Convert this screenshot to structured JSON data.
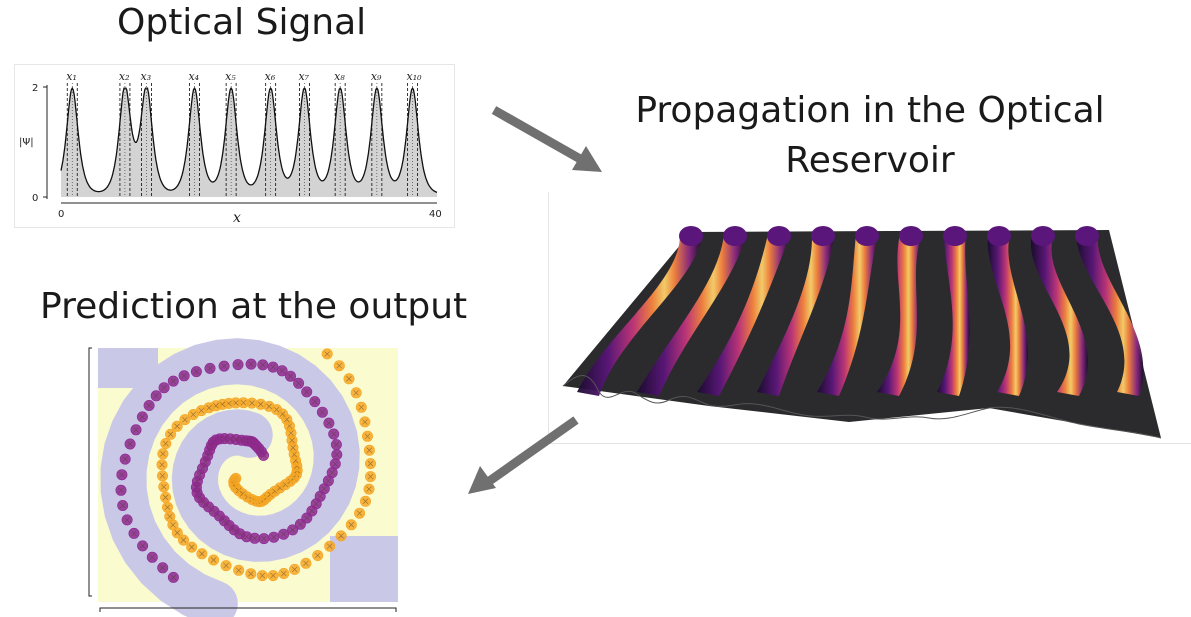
{
  "titles": {
    "signal": "Optical Signal",
    "propagation": "Propagation in the Optical Reservoir",
    "prediction": "Prediction at the output"
  },
  "signal_plot": {
    "y_axis_label": "|Ψ|",
    "y_ticks": [
      "2",
      "0"
    ],
    "x_ticks": [
      "0",
      "40"
    ],
    "x_axis_label": "x",
    "peak_labels": [
      "x₁",
      "x₂",
      "x₃",
      "x₄",
      "x₅",
      "x₆",
      "x₇",
      "x₈",
      "x₉",
      "x₁₀"
    ],
    "peak_positions": [
      1.2,
      6.8,
      9.1,
      14.2,
      18.1,
      22.3,
      25.9,
      29.7,
      33.6,
      37.4
    ],
    "fill_color": "#d3d3d3",
    "line_color": "#111111"
  },
  "reservoir": {
    "colormap": [
      "#0b0724",
      "#3b0f70",
      "#8c2981",
      "#de4968",
      "#fe9f6d",
      "#fcfdbf"
    ],
    "surface_color": "#2b2b2e"
  },
  "spiral": {
    "class_a_color": "#f5a623",
    "class_b_color": "#8e2a8e",
    "region_a_color": "#fbfbd0",
    "region_b_color": "#c9c8e6"
  },
  "arrows": {
    "color": "#6f6f6f"
  }
}
